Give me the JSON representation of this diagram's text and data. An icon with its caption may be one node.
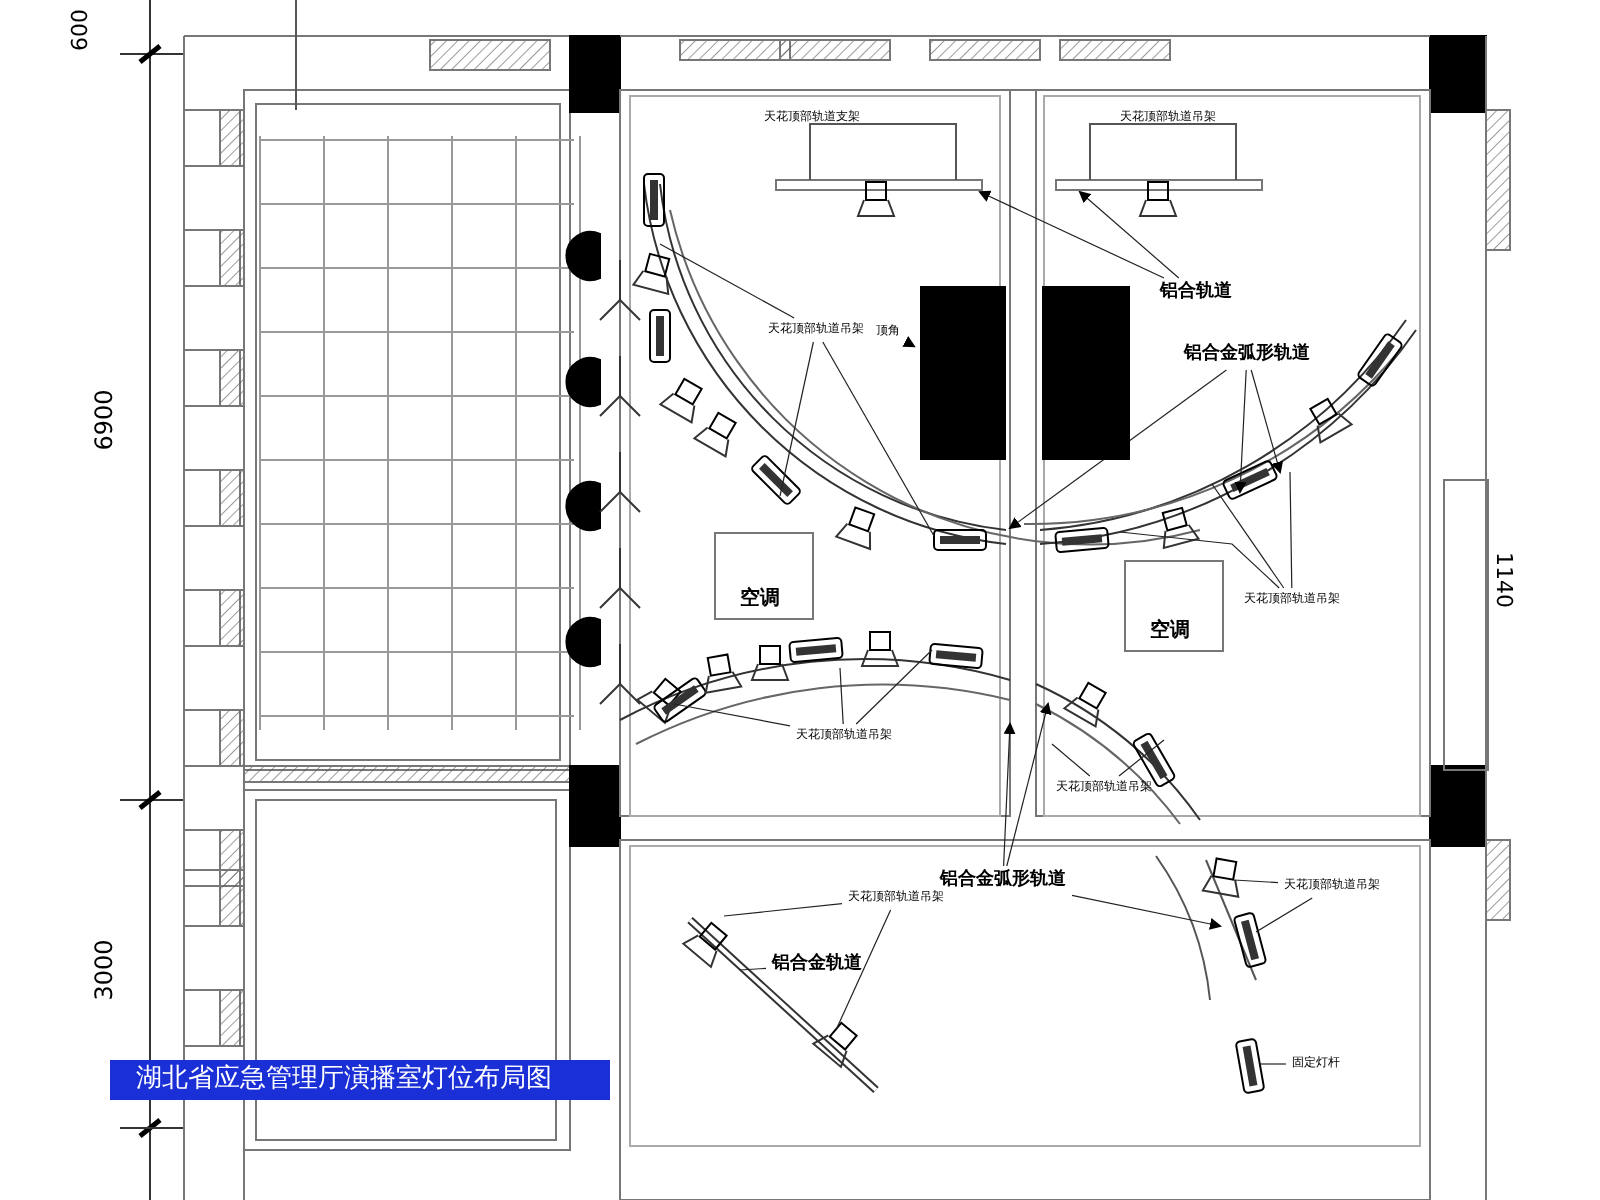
{
  "diagram": {
    "caption": "湖北省应急管理厅演播室灯位布局图",
    "nodes": [
      {
        "text": [
          "铝合轨道"
        ]
      },
      {
        "text": [
          "天花顶部轨道吊架"
        ]
      },
      {
        "text": [
          "顶角"
        ]
      },
      {
        "text": [],
        "shape": "box"
      },
      {
        "text": [],
        "shape": "box"
      },
      {
        "text": [
          "铝合金弧形轨道"
        ]
      },
      {
        "text": [
          "空调"
        ]
      },
      {
        "text": [
          "空调"
        ]
      },
      {
        "text": [
          "天花顶部轨道吊架"
        ]
      },
      {
        "text": [
          "天花顶部轨道吊架"
        ]
      },
      {
        "text": [
          "天花顶部轨道吊架"
        ]
      },
      {
        "text": [
          "铝合金弧形轨道"
        ]
      },
      {
        "text": [
          "天花顶部轨道吊架"
        ]
      },
      {
        "text": [
          "铝合金轨道"
        ]
      },
      {
        "text": [
          "天花顶部轨道吊架"
        ]
      },
      {
        "text": [
          "固定灯杆"
        ]
      }
    ],
    "edges": [
      {
        "from": 0,
        "to": null,
        "arrow": "to"
      },
      {
        "from": 0,
        "to": null,
        "arrow": "to"
      },
      {
        "from": 1,
        "to": null,
        "arrow": "none"
      },
      {
        "from": 1,
        "to": null,
        "arrow": "none"
      },
      {
        "from": 1,
        "to": null,
        "arrow": "none"
      },
      {
        "from": 2,
        "to": 3,
        "arrow": "to"
      },
      {
        "from": 5,
        "to": null,
        "arrow": "to"
      },
      {
        "from": 5,
        "to": null,
        "arrow": "to"
      },
      {
        "from": 5,
        "to": null,
        "arrow": "to"
      },
      {
        "from": 8,
        "to": null,
        "arrow": "none"
      },
      {
        "from": 8,
        "to": null,
        "arrow": "none"
      },
      {
        "from": 8,
        "to": null,
        "arrow": "none"
      },
      {
        "from": 9,
        "to": null,
        "arrow": "none"
      },
      {
        "from": 9,
        "to": null,
        "arrow": "none"
      },
      {
        "from": 9,
        "to": null,
        "arrow": "none"
      },
      {
        "from": 10,
        "to": null,
        "arrow": "none"
      },
      {
        "from": 10,
        "to": null,
        "arrow": "none"
      },
      {
        "from": 11,
        "to": null,
        "arrow": "to"
      },
      {
        "from": 11,
        "to": null,
        "arrow": "to"
      },
      {
        "from": 11,
        "to": null,
        "arrow": "to"
      },
      {
        "from": 12,
        "to": null,
        "arrow": "none"
      },
      {
        "from": 12,
        "to": null,
        "arrow": "none"
      },
      {
        "from": 13,
        "to": null,
        "arrow": "none"
      },
      {
        "from": 14,
        "to": null,
        "arrow": "none"
      },
      {
        "from": 14,
        "to": null,
        "arrow": "none"
      },
      {
        "from": 15,
        "to": null,
        "arrow": "none"
      }
    ],
    "labels": [
      "600",
      "天花顶部轨道支架",
      "天花顶部轨道吊架",
      "6900",
      "1140",
      "3000"
    ]
  }
}
